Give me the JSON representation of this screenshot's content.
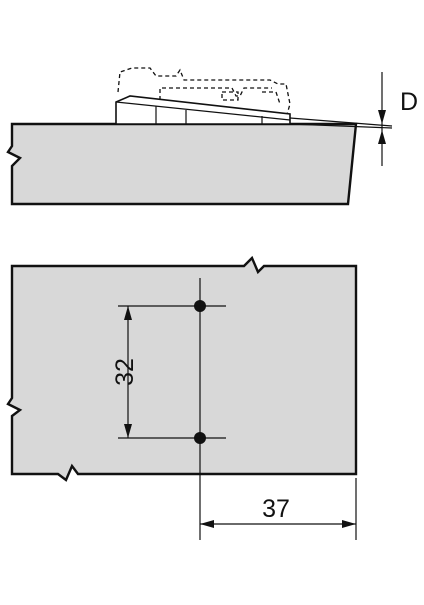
{
  "diagram": {
    "colors": {
      "panel_fill": "#d8d8d8",
      "stroke": "#111111",
      "background": "#ffffff"
    },
    "labels": {
      "thickness_label": "D",
      "vertical_spacing_label": "32",
      "horizontal_offset_label": "37"
    }
  }
}
